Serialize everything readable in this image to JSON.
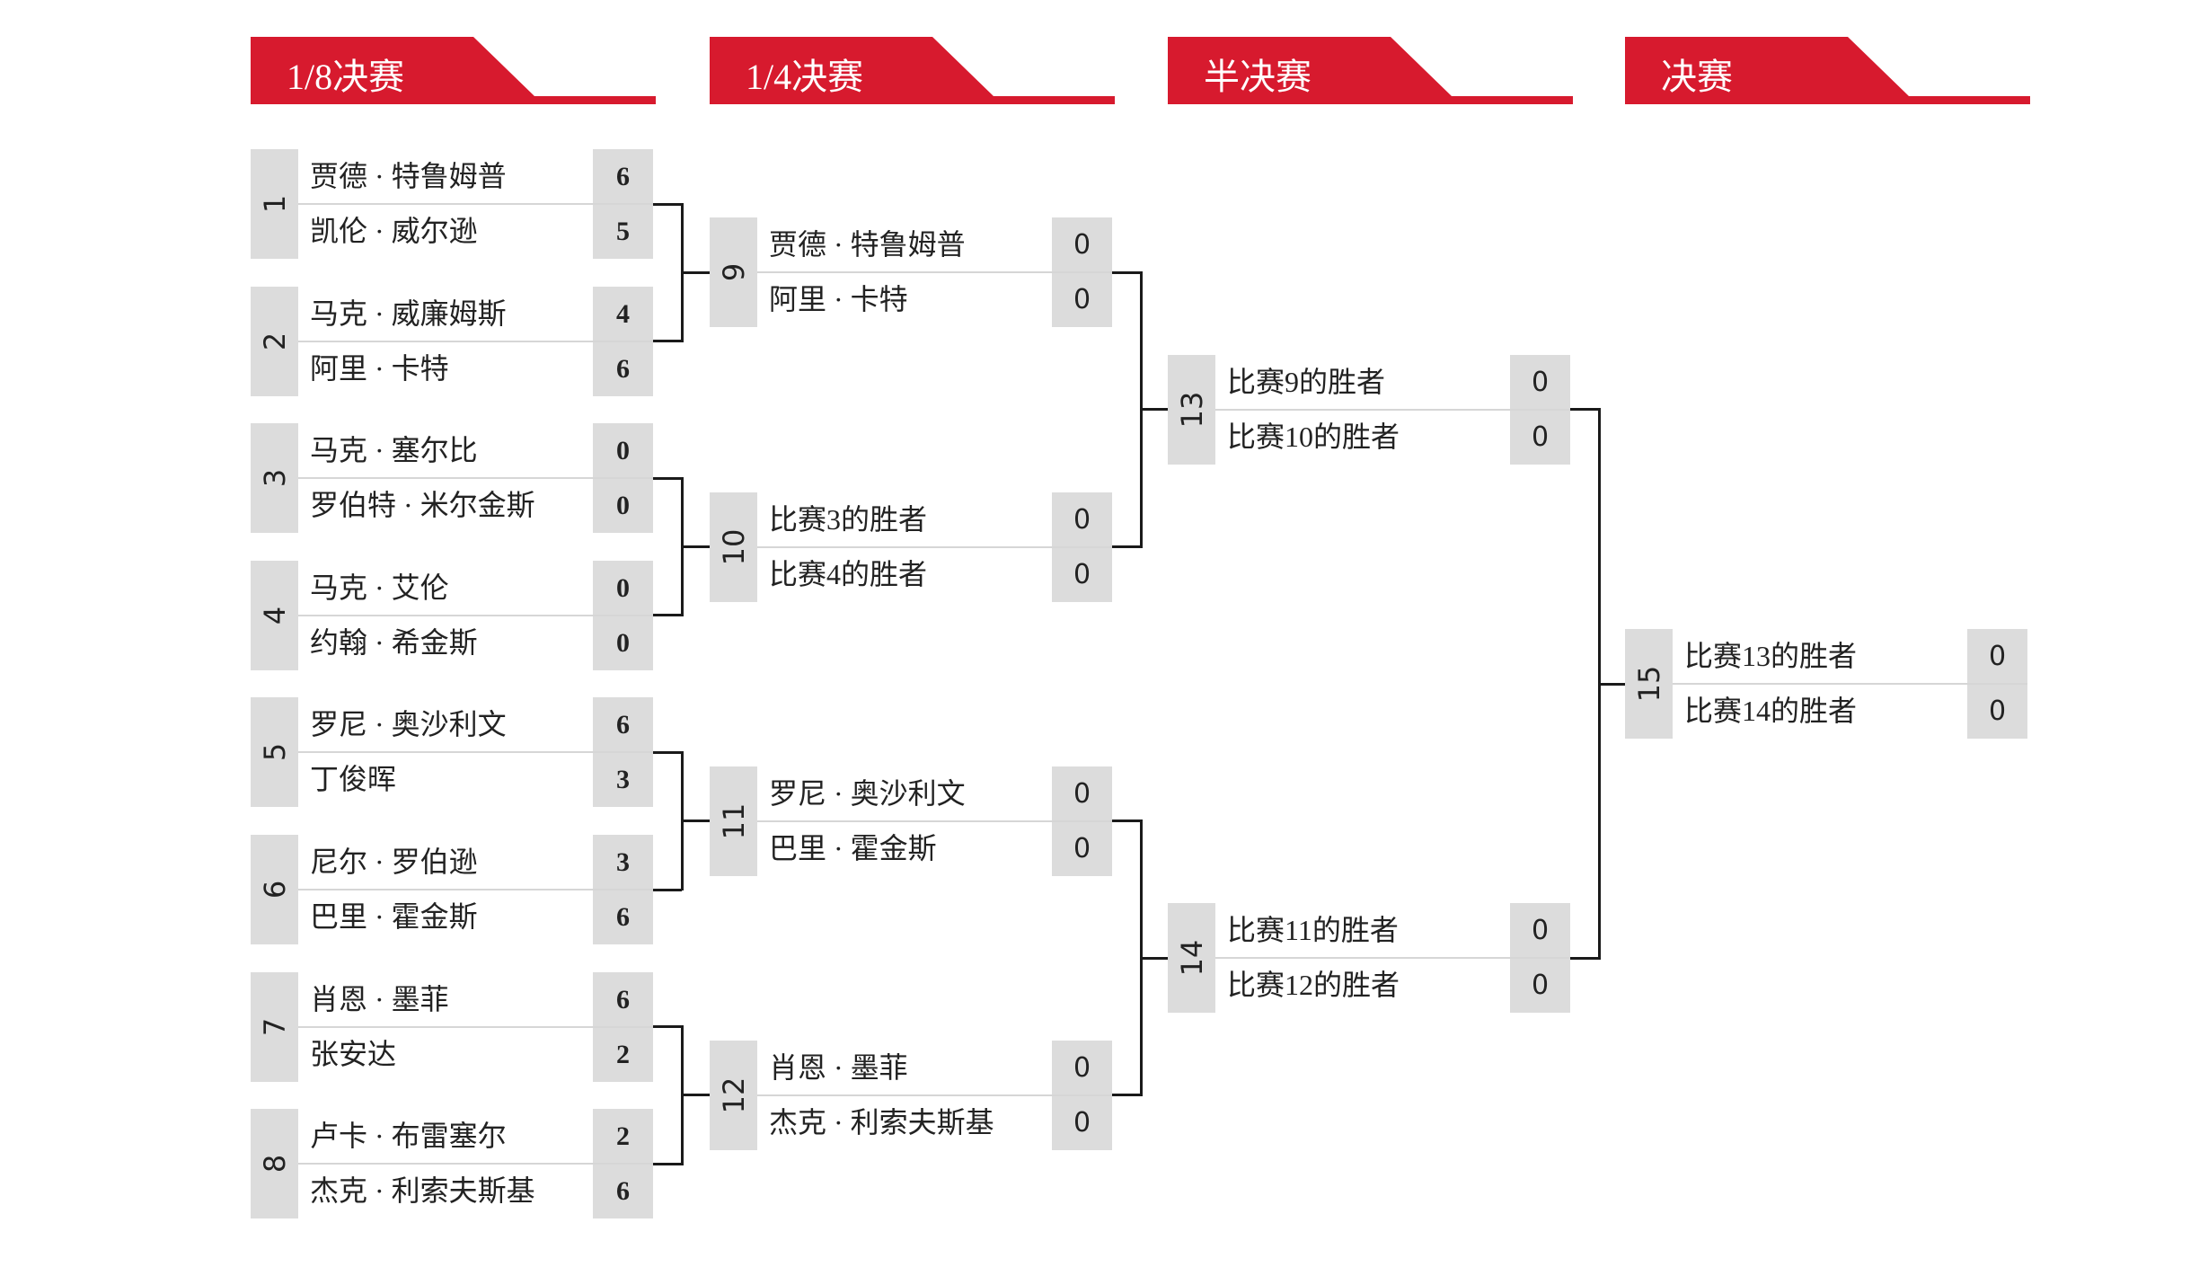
{
  "colors": {
    "accent": "#d71a2e",
    "box": "#dcdcdc"
  },
  "rounds": [
    {
      "title": "1/8决赛",
      "matches": [
        {
          "number": "1",
          "players": [
            {
              "name": "贾德 · 特鲁姆普",
              "score": "6"
            },
            {
              "name": "凯伦 · 威尔逊",
              "score": "5"
            }
          ]
        },
        {
          "number": "2",
          "players": [
            {
              "name": "马克 · 威廉姆斯",
              "score": "4"
            },
            {
              "name": "阿里 · 卡特",
              "score": "6"
            }
          ]
        },
        {
          "number": "3",
          "players": [
            {
              "name": "马克 · 塞尔比",
              "score": "0"
            },
            {
              "name": "罗伯特 · 米尔金斯",
              "score": "0"
            }
          ]
        },
        {
          "number": "4",
          "players": [
            {
              "name": "马克 · 艾伦",
              "score": "0"
            },
            {
              "name": "约翰 · 希金斯",
              "score": "0"
            }
          ]
        },
        {
          "number": "5",
          "players": [
            {
              "name": "罗尼 · 奥沙利文",
              "score": "6"
            },
            {
              "name": "丁俊晖",
              "score": "3"
            }
          ]
        },
        {
          "number": "6",
          "players": [
            {
              "name": "尼尔 · 罗伯逊",
              "score": "3"
            },
            {
              "name": "巴里 · 霍金斯",
              "score": "6"
            }
          ]
        },
        {
          "number": "7",
          "players": [
            {
              "name": "肖恩 · 墨菲",
              "score": "6"
            },
            {
              "name": "张安达",
              "score": "2"
            }
          ]
        },
        {
          "number": "8",
          "players": [
            {
              "name": "卢卡 · 布雷塞尔",
              "score": "2"
            },
            {
              "name": "杰克 · 利索夫斯基",
              "score": "6"
            }
          ]
        }
      ]
    },
    {
      "title": "1/4决赛",
      "matches": [
        {
          "number": "9",
          "players": [
            {
              "name": "贾德 · 特鲁姆普",
              "score": "0"
            },
            {
              "name": "阿里 · 卡特",
              "score": "0"
            }
          ]
        },
        {
          "number": "10",
          "players": [
            {
              "name": "比赛3的胜者",
              "score": "0"
            },
            {
              "name": "比赛4的胜者",
              "score": "0"
            }
          ]
        },
        {
          "number": "11",
          "players": [
            {
              "name": "罗尼 · 奥沙利文",
              "score": "0"
            },
            {
              "name": "巴里 · 霍金斯",
              "score": "0"
            }
          ]
        },
        {
          "number": "12",
          "players": [
            {
              "name": "肖恩 · 墨菲",
              "score": "0"
            },
            {
              "name": "杰克 · 利索夫斯基",
              "score": "0"
            }
          ]
        }
      ]
    },
    {
      "title": "半决赛",
      "matches": [
        {
          "number": "13",
          "players": [
            {
              "name": "比赛9的胜者",
              "score": "0"
            },
            {
              "name": "比赛10的胜者",
              "score": "0"
            }
          ]
        },
        {
          "number": "14",
          "players": [
            {
              "name": "比赛11的胜者",
              "score": "0"
            },
            {
              "name": "比赛12的胜者",
              "score": "0"
            }
          ]
        }
      ]
    },
    {
      "title": "决赛",
      "matches": [
        {
          "number": "15",
          "players": [
            {
              "name": "比赛13的胜者",
              "score": "0"
            },
            {
              "name": "比赛14的胜者",
              "score": "0"
            }
          ]
        }
      ]
    }
  ]
}
